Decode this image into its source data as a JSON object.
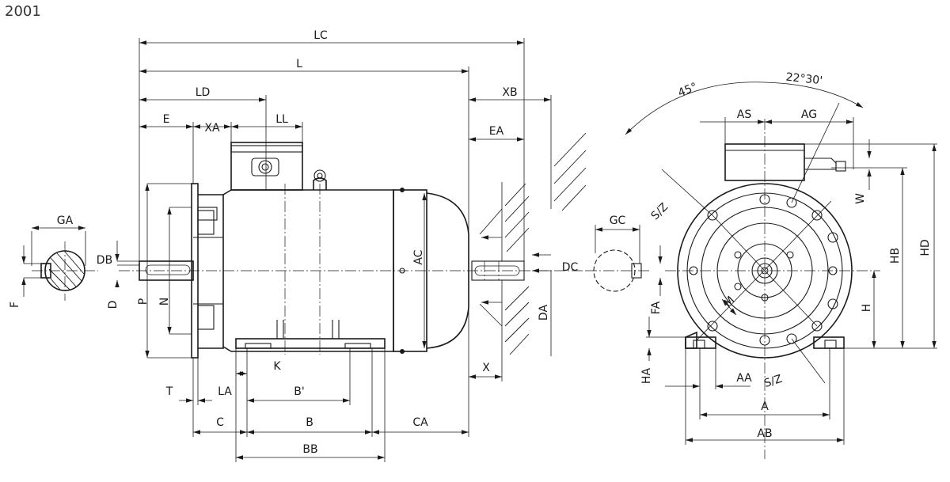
{
  "title": "2001",
  "side_view": {
    "labels": {
      "LC": "LC",
      "L": "L",
      "LD": "LD",
      "XB": "XB",
      "E": "E",
      "XA": "XA",
      "LL": "LL",
      "EA": "EA",
      "GA": "GA",
      "DB": "DB",
      "F": "F",
      "D": "D",
      "P": "P",
      "N": "N",
      "AC": "AC",
      "DC": "DC",
      "DA": "DA",
      "K": "K",
      "Bp": "B'",
      "T": "T",
      "LA": "LA",
      "C": "C",
      "B": "B",
      "CA": "CA",
      "BB": "BB",
      "X": "X"
    }
  },
  "front_view": {
    "labels": {
      "ang45": "45°",
      "ang2230": "22°30'",
      "AS": "AS",
      "AG": "AG",
      "GC": "GC",
      "SZ1": "S/Z",
      "SZ2": "S/Z",
      "W": "W",
      "HB": "HB",
      "HD": "HD",
      "H": "H",
      "FA": "FA",
      "M": "M",
      "HA": "HA",
      "AA": "AA",
      "A": "A",
      "AB": "AB"
    }
  }
}
